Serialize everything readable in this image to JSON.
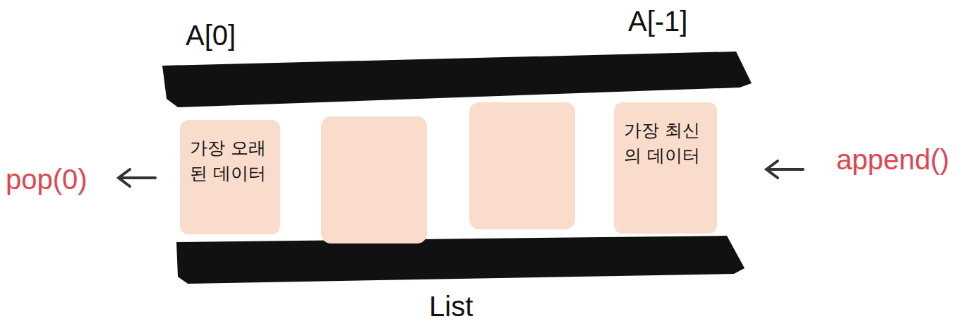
{
  "diagram": {
    "nodes": [
      {
        "text": [
          "가장 오래된 데이터"
        ]
      },
      {
        "text": [
          "가장 최신의 데이터"
        ]
      }
    ],
    "labels": [
      "A[0]",
      "A[-1]",
      "pop(0)",
      "append()",
      "List"
    ]
  }
}
